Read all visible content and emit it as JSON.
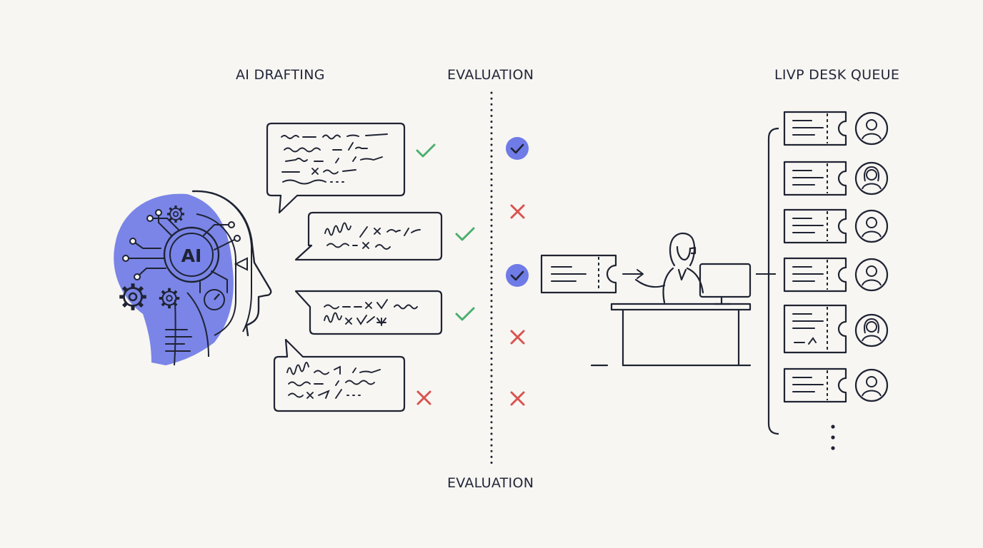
{
  "labels": {
    "ai_drafting": "AI DRAFTING",
    "evaluation_top": "EVALUATION",
    "evaluation_bottom": "EVALUATION",
    "desk_queue": "LIVP DESK QUEUE"
  },
  "ai_badge": "AI",
  "drafts": [
    {
      "id": "draft-1",
      "ai_verdict": "pass",
      "evaluation": "pass"
    },
    {
      "id": "draft-2",
      "ai_verdict": "pass",
      "evaluation": "fail"
    },
    {
      "id": "draft-3",
      "ai_verdict": "pass",
      "evaluation": "pass"
    },
    {
      "id": "draft-4",
      "ai_verdict": "fail",
      "evaluation": "fail"
    }
  ],
  "extra_evaluation": "fail",
  "queue_tickets": 6,
  "colors": {
    "accent": "#6f7be6",
    "pass": "#4caf6e",
    "fail": "#d9534f",
    "ink": "#1f2333",
    "background": "#f7f6f2"
  },
  "icons": [
    "ai-head-icon",
    "gear-icon",
    "speech-bubble-icon",
    "check-icon",
    "cross-icon",
    "ticket-icon",
    "agent-at-desk-icon",
    "monitor-icon",
    "user-avatar-icon"
  ]
}
